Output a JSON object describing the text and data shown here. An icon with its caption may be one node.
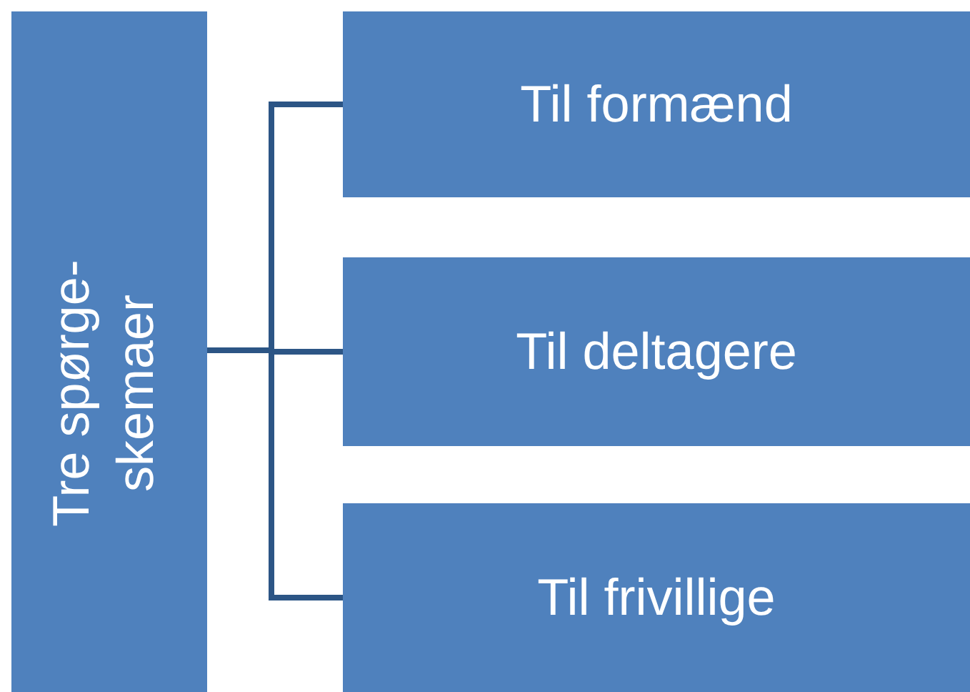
{
  "diagram": {
    "nodes": [
      {
        "text": [
          "Tre spørge- skemaer"
        ]
      },
      {
        "text": [
          "Til formænd"
        ]
      },
      {
        "text": [
          "Til deltagere"
        ]
      },
      {
        "text": [
          "Til frivillige"
        ]
      }
    ],
    "edges": [
      {
        "from": 0,
        "to": 1,
        "arrow": "none"
      },
      {
        "from": 0,
        "to": 2,
        "arrow": "none"
      },
      {
        "from": 0,
        "to": 3,
        "arrow": "none"
      }
    ]
  }
}
